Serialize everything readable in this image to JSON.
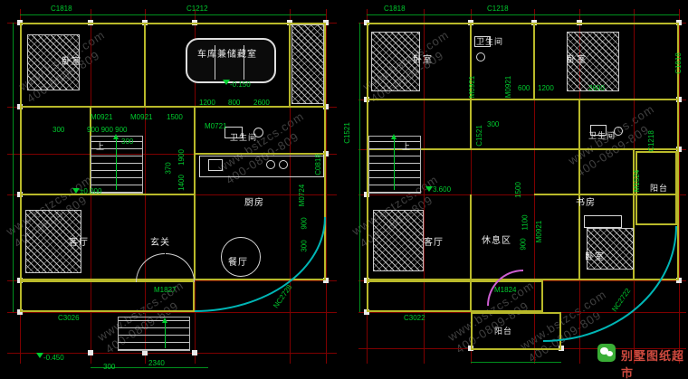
{
  "watermark": {
    "site": "www.bstzcs.com",
    "phone": "400-0809-809"
  },
  "branding": {
    "label": "别墅图纸超市"
  },
  "left_plan": {
    "windows": {
      "top1": "C1818",
      "top2": "C1212",
      "right_c1521": "C1521",
      "right_c0818": "C0818",
      "bottom": "C3026",
      "curve": "NC2728"
    },
    "doors": {
      "m0921a": "M0921",
      "m0921b": "M0921",
      "m0721": "M0721",
      "m0724": "M0724",
      "m1827": "M1827"
    },
    "rooms": {
      "bedroom": "卧室",
      "garage": "车库兼储藏室",
      "bath": "卫生间",
      "kitchen": "厨房",
      "living": "客厅",
      "foyer": "玄关",
      "dining": "餐厅",
      "up": "上"
    },
    "levels": {
      "garage": "-0.150",
      "main": "±0.000",
      "porch": "-0.450"
    },
    "dims": {
      "d1200": "1200",
      "d800": "800",
      "d2600": "2600",
      "d1500": "1500",
      "d900x3": "900 900 900",
      "d300a": "300",
      "d300b": "300",
      "d300c": "300",
      "d370": "370",
      "d1900": "1900",
      "d1400": "1400",
      "d900r": "900",
      "d300r": "300",
      "d2340": "2340"
    }
  },
  "right_plan": {
    "windows": {
      "top1": "C1818",
      "top2": "C1218",
      "right_c1818": "C1818",
      "right_c1218": "C1218",
      "left_c1521": "C1521",
      "bottom": "C3022",
      "curve": "NC2722"
    },
    "doors": {
      "m0921a": "M0921",
      "m0921b": "M0921",
      "m0921c": "M0921",
      "m1524": "M1524",
      "m1824": "M1824"
    },
    "rooms": {
      "bedroom1": "卧室",
      "bath1": "卫生间",
      "bedroom2": "卧室",
      "bath2": "卫生间",
      "study": "书房",
      "balcony1": "阳台",
      "living": "客厅",
      "rest": "休息区",
      "bedroom3": "卧室",
      "balcony2": "阳台",
      "up": "上"
    },
    "levels": {
      "main": "3.600"
    },
    "dims": {
      "d600": "600",
      "d1200": "1200",
      "d2600": "2600",
      "d300a": "300",
      "d1500": "1500",
      "d1100": "1100",
      "d900": "900"
    }
  }
}
